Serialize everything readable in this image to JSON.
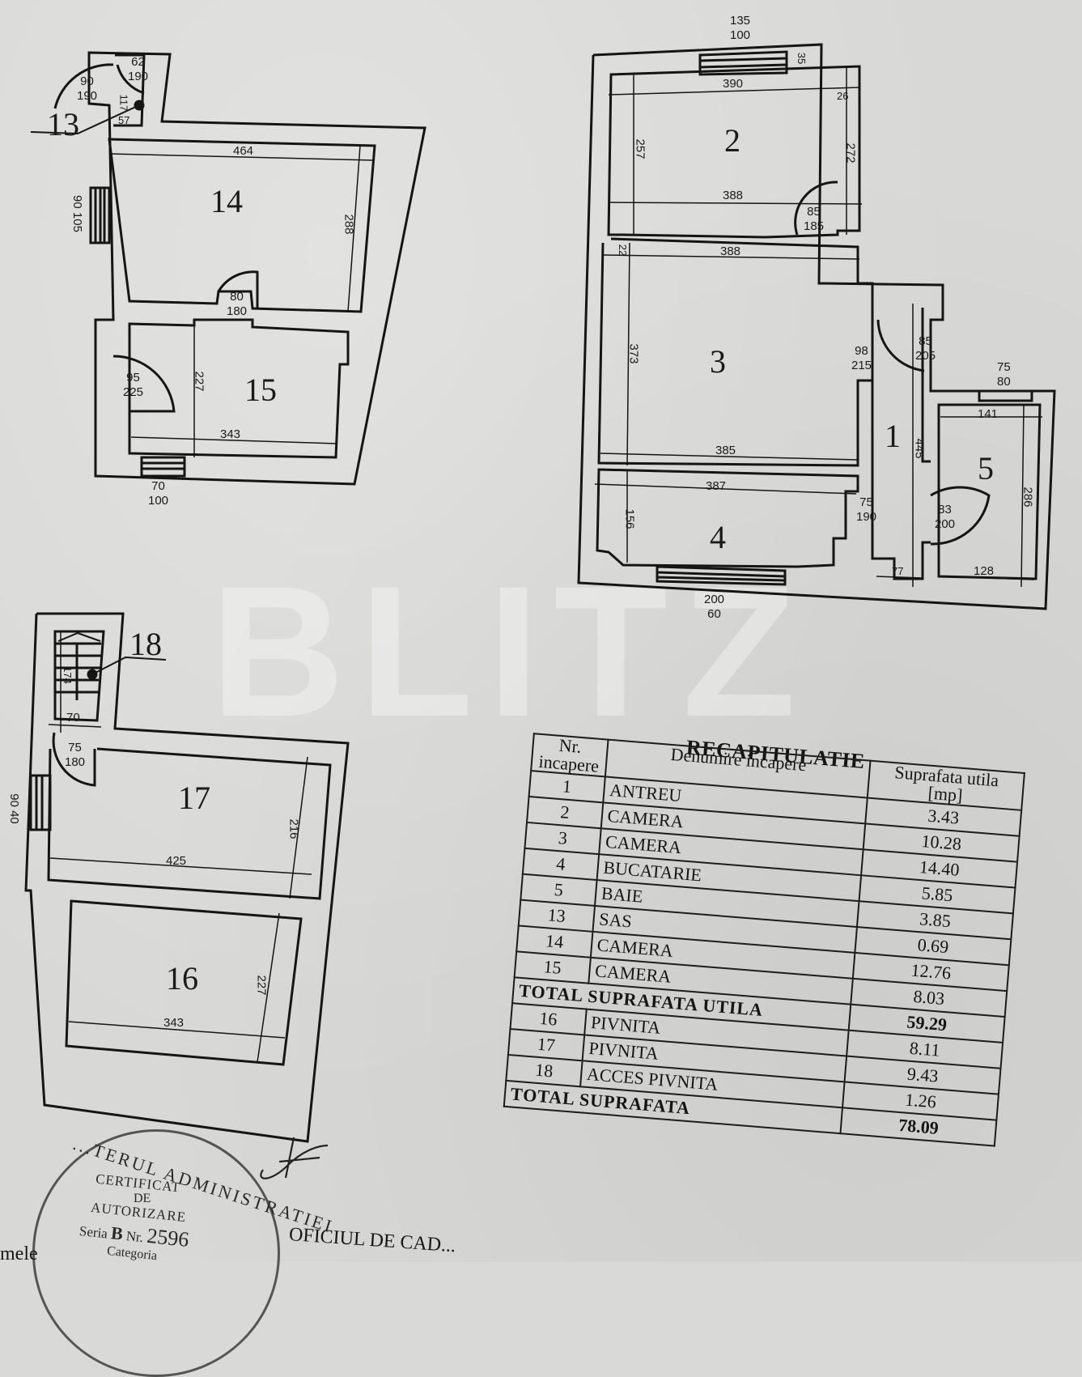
{
  "document": {
    "type": "floor-plan survey sheet",
    "watermark": "BLITZ"
  },
  "plan_upper_left": {
    "rooms": [
      {
        "no": "13",
        "label": "13"
      },
      {
        "no": "14",
        "label": "14"
      },
      {
        "no": "15",
        "label": "15"
      }
    ],
    "dimensions": {
      "door_13_a": {
        "w": "90",
        "h": "190"
      },
      "door_13_b": {
        "w": "62",
        "h": "190"
      },
      "sas_depth": "117",
      "sas_width": "57",
      "room14_width": "464",
      "room14_depth": "288",
      "window14": {
        "w": "90",
        "h": "105"
      },
      "door_14_15": {
        "w": "80",
        "h": "180"
      },
      "door_15_ext": {
        "w": "95",
        "h": "225"
      },
      "room15_depth": "227",
      "room15_width": "343",
      "window15": {
        "w": "70",
        "h": "100"
      }
    }
  },
  "plan_upper_right": {
    "rooms": [
      {
        "no": "1",
        "label": "1"
      },
      {
        "no": "2",
        "label": "2"
      },
      {
        "no": "3",
        "label": "3"
      },
      {
        "no": "4",
        "label": "4"
      },
      {
        "no": "5",
        "label": "5"
      }
    ],
    "dimensions": {
      "window2": {
        "w": "135",
        "h": "100"
      },
      "wall_top": "35",
      "room2_top_width": "390",
      "wall_side": "26",
      "room2_left_depth": "257",
      "room2_right_depth": "272",
      "room2_bottom_width": "388",
      "door_2": {
        "w": "85",
        "h": "185"
      },
      "wall_2_3": "22",
      "room3_top_width": "388",
      "room3_depth": "373",
      "door_3": {
        "w": "98",
        "h": "215"
      },
      "door_entry": {
        "w": "85",
        "h": "205"
      },
      "room3_bottom_width": "385",
      "antreu_length": "445",
      "window5": {
        "w": "75",
        "h": "80"
      },
      "room5_top_width": "141",
      "room5_depth": "286",
      "room4_width": "387",
      "room4_depth": "156",
      "door_4": {
        "w": "75",
        "h": "190"
      },
      "door_5": {
        "w": "83",
        "h": "200"
      },
      "antreu_width": "77",
      "room5_bottom_width": "128",
      "window4": {
        "w": "200",
        "h": "60"
      }
    }
  },
  "plan_lower_left": {
    "rooms": [
      {
        "no": "16",
        "label": "16"
      },
      {
        "no": "17",
        "label": "17"
      },
      {
        "no": "18",
        "label": "18"
      }
    ],
    "dimensions": {
      "stair_length": "174",
      "stair_width": "70",
      "door_18": {
        "w": "75",
        "h": "180"
      },
      "window17": {
        "w": "90",
        "h": "40"
      },
      "room17_width": "425",
      "room17_depth": "216",
      "room16_width": "343",
      "room16_depth": "227"
    }
  },
  "recapitulatie": {
    "title": "RECAPITULATIE",
    "headers": {
      "nr": "Nr. incapere",
      "name": "Denumire incapere",
      "area": "Suprafata utila [mp]"
    },
    "rows": [
      {
        "nr": "1",
        "name": "ANTREU",
        "area": "3.43"
      },
      {
        "nr": "2",
        "name": "CAMERA",
        "area": "10.28"
      },
      {
        "nr": "3",
        "name": "CAMERA",
        "area": "14.40"
      },
      {
        "nr": "4",
        "name": "BUCATARIE",
        "area": "5.85"
      },
      {
        "nr": "5",
        "name": "BAIE",
        "area": "3.85"
      },
      {
        "nr": "13",
        "name": "SAS",
        "area": "0.69"
      },
      {
        "nr": "14",
        "name": "CAMERA",
        "area": "12.76"
      },
      {
        "nr": "15",
        "name": "CAMERA",
        "area": "8.03"
      }
    ],
    "total_utila_label": "TOTAL SUPRAFATA UTILA",
    "total_utila_value": "59.29",
    "basement_rows": [
      {
        "nr": "16",
        "name": "PIVNITA",
        "area": "8.11"
      },
      {
        "nr": "17",
        "name": "PIVNITA",
        "area": "9.43"
      },
      {
        "nr": "18",
        "name": "ACCES PIVNITA",
        "area": "1.26"
      }
    ],
    "total_label": "TOTAL SUPRAFATA",
    "total_value": "78.09"
  },
  "stamp": {
    "arc_text": "...TERUL ADMINISTRATIEI",
    "line1": "CERTIFICAT",
    "line2": "DE",
    "line3": "AUTORIZARE",
    "series_label": "Seria",
    "series_letter": "B",
    "nr_label": "Nr.",
    "nr_value": "2596",
    "category": "Categoria"
  },
  "footer": {
    "office_text": "OFICIUL DE CAD...",
    "left_fragment": "mele"
  }
}
